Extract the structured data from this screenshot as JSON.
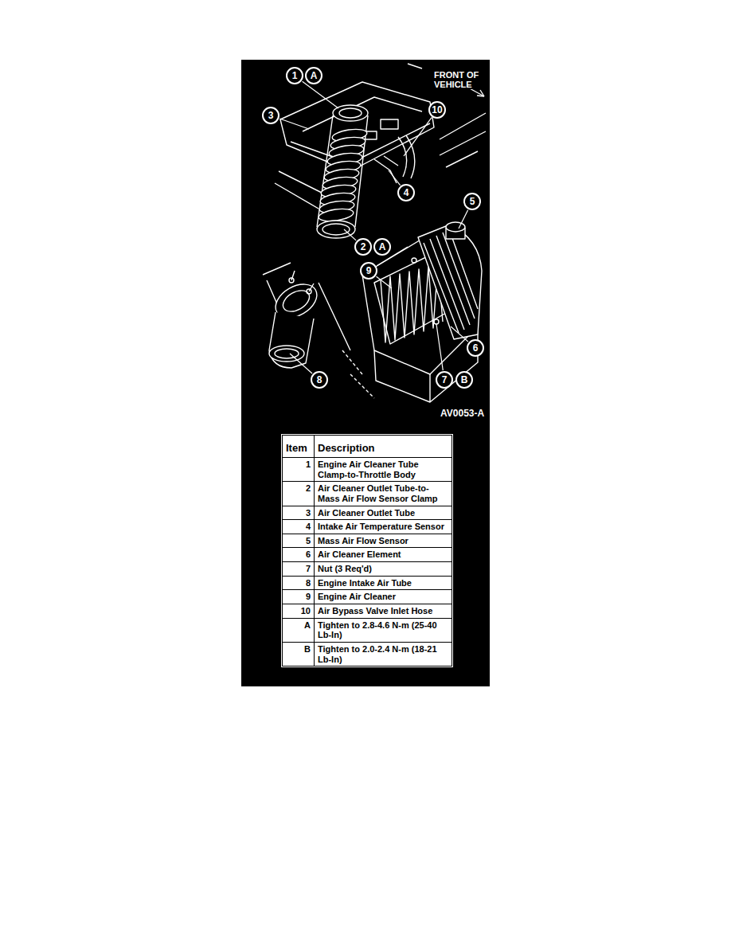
{
  "diagram": {
    "nodes": [
      {
        "text": [
          "1"
        ]
      },
      {
        "text": [
          "A"
        ]
      },
      {
        "text": [
          "3"
        ]
      },
      {
        "text": [
          "10"
        ]
      },
      {
        "text": [
          "4"
        ]
      },
      {
        "text": [
          "2"
        ]
      },
      {
        "text": [
          "A"
        ]
      },
      {
        "text": [
          "5"
        ]
      },
      {
        "text": [
          "9"
        ]
      },
      {
        "text": [
          "6"
        ]
      },
      {
        "text": [
          "8"
        ]
      },
      {
        "text": [
          "7"
        ]
      },
      {
        "text": [
          "B"
        ]
      }
    ],
    "labels": [
      "FRONT OF VEHICLE",
      "AV0053-A",
      "Item",
      "Description",
      "1",
      "Engine Air Cleaner Tube Clamp-to-Throttle Body",
      "2",
      "Air Cleaner Outlet Tube-to-Mass Air Flow Sensor Clamp",
      "3",
      "Air Cleaner Outlet Tube",
      "4",
      "Intake Air Temperature Sensor",
      "5",
      "Mass Air Flow Sensor",
      "6",
      "Air Cleaner Element",
      "7",
      "Nut (3 Req'd)",
      "8",
      "Engine Intake Air Tube",
      "9",
      "Engine Air Cleaner",
      "10",
      "Air Bypass Valve Inlet Hose",
      "A",
      "Tighten to 2.8-4.6 N-m (25-40 Lb-In)",
      "B",
      "Tighten to 2.0-2.4 N-m (18-21 Lb-In)"
    ]
  }
}
